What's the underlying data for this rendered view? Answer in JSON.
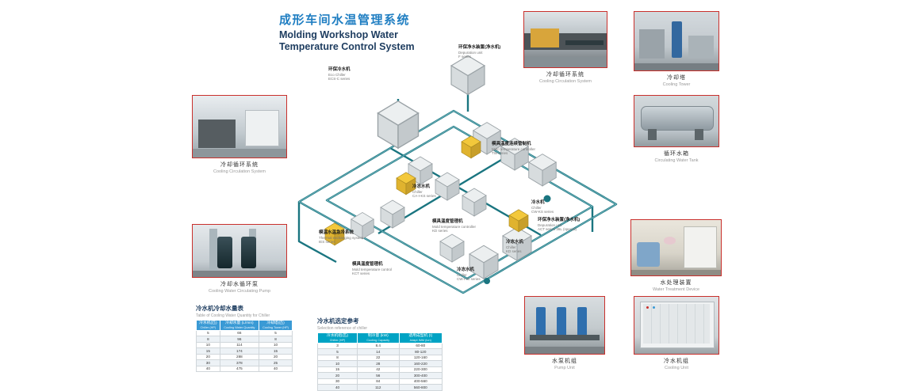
{
  "page": {
    "title_cn": "成形车间水温管理系统",
    "title_en_line1": "Molding Workshop Water",
    "title_en_line2": "Temperature Control System"
  },
  "colors": {
    "title_blue": "#1f7ec2",
    "title_navy": "#1d3c5f",
    "photo_border_red": "#c9302c",
    "pipe_teal": "#1a7580",
    "equipment_yellow": "#f3c83b",
    "table1_header": "#3a9ad5",
    "table2_header": "#00a3c4"
  },
  "photos": {
    "left_circulation": {
      "caption_cn": "冷却循环系统",
      "caption_en": "Cooling Circulation System"
    },
    "left_pump": {
      "caption_cn": "冷却水循环泵",
      "caption_en": "Cooling Water Circulating Pump"
    },
    "top_circulation": {
      "caption_cn": "冷却循环系统",
      "caption_en": "Cooling Circulation System"
    },
    "top_tower": {
      "caption_cn": "冷却塔",
      "caption_en": "Cooling Tower"
    },
    "right_tank": {
      "caption_cn": "循环水箱",
      "caption_en": "Circulating Water Tank"
    },
    "right_treatment": {
      "caption_cn": "水处理装置",
      "caption_en": "Water Treatment Device"
    },
    "bottom_pump": {
      "caption_cn": "水泵机组",
      "caption_en": "Pump Unit"
    },
    "bottom_cooling": {
      "caption_cn": "冷水机组",
      "caption_en": "Cooling Unit"
    }
  },
  "diagram": {
    "labels": [
      {
        "cn": "环保冷水机",
        "en": "Eco Chiller",
        "series": "ECS-C series"
      },
      {
        "cn": "环保净水装置(净水机)",
        "en": "Depuration unit",
        "series": "F series"
      },
      {
        "cn": "模具温度连续管制机",
        "en": "Mold temperature controller",
        "series": "TW series"
      },
      {
        "cn": "冷冻水机",
        "en": "Chiller",
        "series": "CA-I-KS series"
      },
      {
        "cn": "模具温度管理机",
        "en": "Mold temperature controller",
        "series": "KD series"
      },
      {
        "cn": "冷水机",
        "en": "Chiller",
        "series": "CW-KS series"
      },
      {
        "cn": "环保净水装置(净水机)",
        "en": "Depuration unit",
        "series": "ACT series 36L (special)"
      },
      {
        "cn": "冷冻水机",
        "en": "Chiller",
        "series": "KD series"
      },
      {
        "cn": "冷冻水机",
        "en": "Chiller",
        "series": "CW-I-IG series"
      },
      {
        "cn": "模温水温急冷系统",
        "en": "Thermal exchanging system",
        "series": "IES series"
      },
      {
        "cn": "模具温度管理机",
        "en": "Mold temperature control",
        "series": "KCT series"
      }
    ]
  },
  "tables": {
    "cooling_water": {
      "title_cn": "冷水机冷却水量表",
      "title_en": "Table of Cooling Water Quantity for Chiller",
      "headers": [
        {
          "cn": "冷水机(匹)",
          "en": "Chiller (HP)"
        },
        {
          "cn": "冷却水量 (L/min)",
          "en": "Cooling Water Quantity"
        },
        {
          "cn": "冷却塔(匹)",
          "en": "Cooling Tower (HP)"
        }
      ],
      "rows": [
        [
          "5",
          "66",
          "5"
        ],
        [
          "8",
          "96",
          "8"
        ],
        [
          "10",
          "114",
          "10"
        ],
        [
          "15",
          "174",
          "15"
        ],
        [
          "20",
          "288",
          "20"
        ],
        [
          "30",
          "378",
          "25"
        ],
        [
          "40",
          "475",
          "40"
        ]
      ]
    },
    "selection": {
      "title_cn": "冷水机选定参考",
      "title_en": "Selection reference of chiller",
      "headers": [
        {
          "cn": "冷水机组(匹)",
          "en": "Chiller (HP)"
        },
        {
          "cn": "制冷量 (kW)",
          "en": "Cooling Capacity"
        },
        {
          "cn": "适用成型机 (t)",
          "en": "Adapt IMM (ton)"
        }
      ],
      "rows": [
        [
          "3",
          "8.4",
          "60-80"
        ],
        [
          "5",
          "14",
          "80-120"
        ],
        [
          "8",
          "22",
          "120-160"
        ],
        [
          "10",
          "28",
          "160-220"
        ],
        [
          "15",
          "42",
          "220-300"
        ],
        [
          "20",
          "56",
          "300-400"
        ],
        [
          "30",
          "84",
          "400-560"
        ],
        [
          "40",
          "112",
          "560-800"
        ]
      ]
    }
  }
}
